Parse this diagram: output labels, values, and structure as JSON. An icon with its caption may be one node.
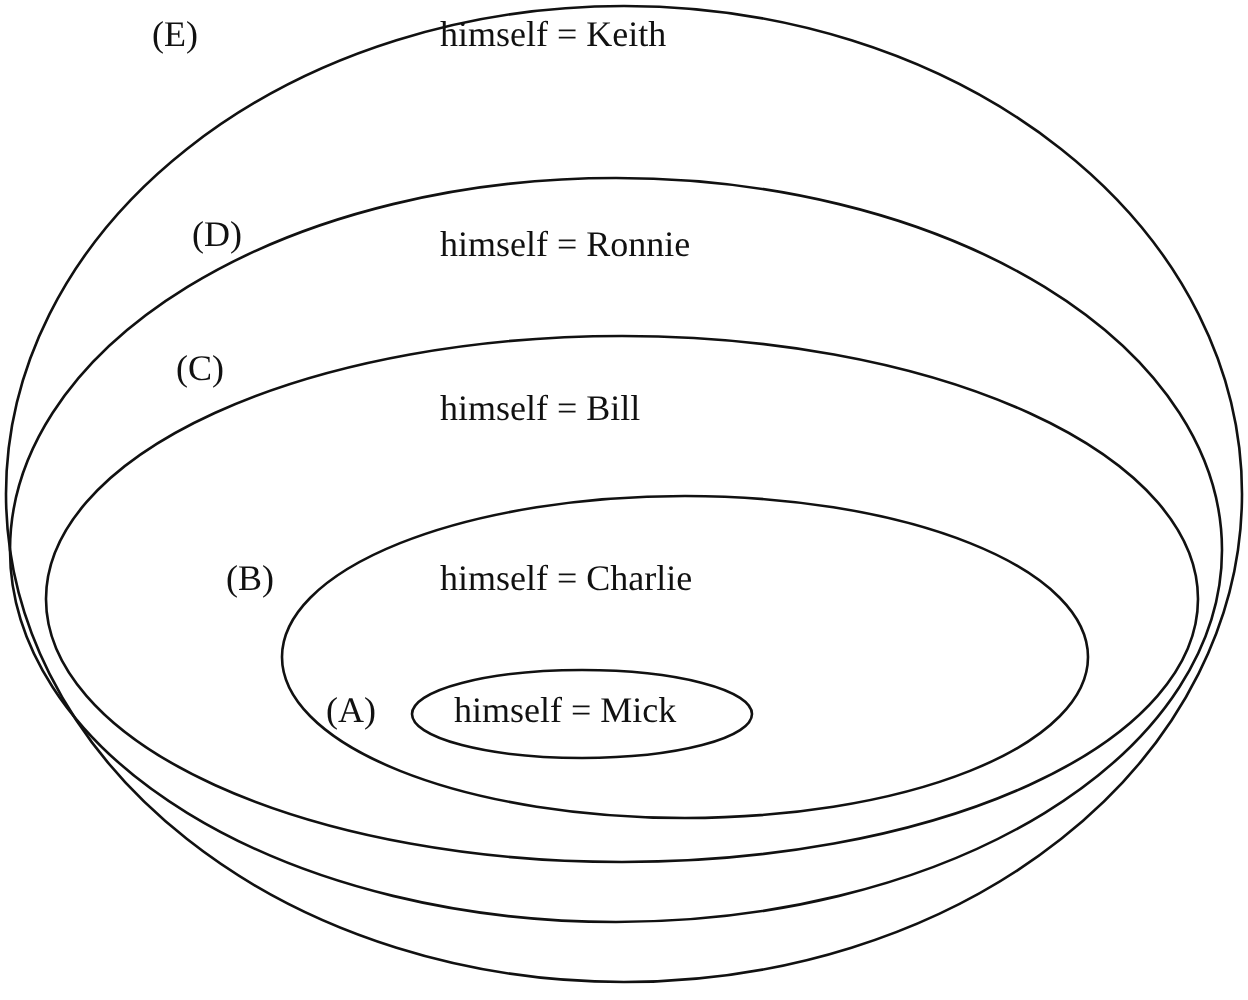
{
  "diagram": {
    "nodes": [
      {
        "text": [
          "(E)",
          "himself = Keith"
        ]
      },
      {
        "text": [
          "(D)",
          "himself = Ronnie"
        ],
        "in": 0
      },
      {
        "text": [
          "(C)",
          "himself = Bill"
        ],
        "in": 1
      },
      {
        "text": [
          "(B)",
          "himself = Charlie"
        ],
        "in": 2
      },
      {
        "text": [
          "(A)",
          "himself = Mick"
        ],
        "in": 3
      }
    ]
  }
}
